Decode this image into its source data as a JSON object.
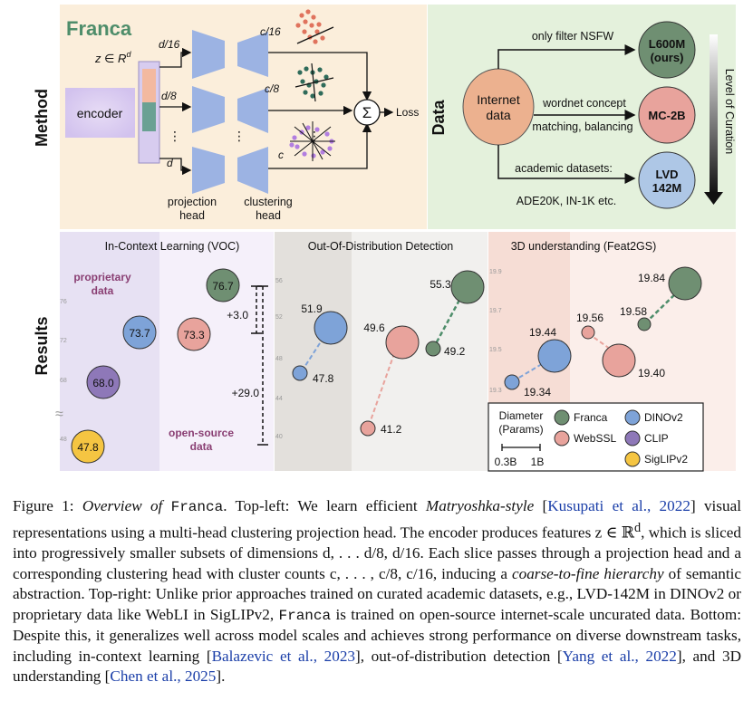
{
  "method": {
    "side_label": "Method",
    "title": "Franca",
    "input_label": "z ∈ R",
    "input_sup": "d",
    "encoder_label": "encoder",
    "branch_dims": [
      "d/16",
      "d/8",
      "d"
    ],
    "cluster_dims": [
      "c/16",
      "c/8",
      "c"
    ],
    "dots": [
      "⋮",
      "⋮",
      "⋮"
    ],
    "sum_symbol": "Σ",
    "loss_label": "Loss",
    "projection_label_1": "projection",
    "projection_label_2": "head",
    "clustering_label_1": "clustering",
    "clustering_label_2": "head"
  },
  "data_panel": {
    "side_label": "Data",
    "source_label_1": "Internet",
    "source_label_2": "data",
    "arrow_labels": [
      "only filter NSFW",
      "wordnet concept",
      "matching, balancing",
      "academic datasets:",
      "ADE20K, IN-1K etc."
    ],
    "targets": [
      {
        "line1": "L600M",
        "line2": "(ours)",
        "color": "#6f8f72"
      },
      {
        "line1": "MC-2B",
        "line2": "",
        "color": "#e8a39c"
      },
      {
        "line1": "LVD",
        "line2": "142M",
        "color": "#aec7e6"
      }
    ],
    "curation_label": "Level of Curation"
  },
  "results": {
    "side_label": "Results",
    "panels": [
      {
        "title": "In-Context Learning (VOC)",
        "ticks": [
          "76",
          "72",
          "68",
          "48"
        ],
        "break_symbol": "≈",
        "notes": [
          "proprietary",
          "data",
          "open-source",
          "data"
        ],
        "gains": [
          "+3.0",
          "+29.0"
        ],
        "values": [
          {
            "label": "76.7",
            "model": "Franca",
            "params": 1.0
          },
          {
            "label": "73.7",
            "model": "DINOv2",
            "params": 1.0
          },
          {
            "label": "73.3",
            "model": "WebSSL",
            "params": 1.0
          },
          {
            "label": "68.0",
            "model": "CLIP",
            "params": 1.0
          },
          {
            "label": "47.8",
            "model": "SigLIPv2",
            "params": 1.0
          }
        ]
      },
      {
        "title": "Out-Of-Distribution Detection",
        "ticks": [
          "56",
          "52",
          "48",
          "44",
          "40"
        ],
        "values": [
          {
            "label": "51.9",
            "model": "DINOv2",
            "params": 1.0
          },
          {
            "label": "47.8",
            "model": "DINOv2",
            "params": 0.3
          },
          {
            "label": "55.3",
            "model": "Franca",
            "params": 1.0
          },
          {
            "label": "49.2",
            "model": "Franca",
            "params": 0.3
          },
          {
            "label": "49.6",
            "model": "WebSSL",
            "params": 1.0
          },
          {
            "label": "41.2",
            "model": "WebSSL",
            "params": 0.3
          }
        ]
      },
      {
        "title": "3D understanding (Feat2GS)",
        "ticks": [
          "19.9",
          "19.7",
          "19.5",
          "19.3"
        ],
        "values": [
          {
            "label": "19.44",
            "model": "DINOv2",
            "params": 1.0
          },
          {
            "label": "19.34",
            "model": "DINOv2",
            "params": 0.3
          },
          {
            "label": "19.84",
            "model": "Franca",
            "params": 1.0
          },
          {
            "label": "19.58",
            "model": "Franca",
            "params": 0.3
          },
          {
            "label": "19.56",
            "model": "WebSSL",
            "params": 0.3
          },
          {
            "label": "19.40",
            "model": "WebSSL",
            "params": 1.0
          }
        ]
      }
    ],
    "legend": {
      "diameter_title_1": "Diameter",
      "diameter_title_2": "(Params)",
      "scale_labels": [
        "0.3B",
        "1B"
      ],
      "entries": [
        {
          "name": "Franca",
          "color": "#6f8f72"
        },
        {
          "name": "DINOv2",
          "color": "#7ea3d8"
        },
        {
          "name": "WebSSL",
          "color": "#e8a39c"
        },
        {
          "name": "CLIP",
          "color": "#8e78b8"
        },
        {
          "name": "SigLIPv2",
          "color": "#f5c542"
        }
      ]
    }
  },
  "colors": {
    "method_bg": "#fbeedb",
    "data_bg": "#e4f1dc",
    "franca_green": "#4e8d6a",
    "franca": "#6f8f72",
    "dinov2": "#7ea3d8",
    "webssl": "#e8a39c",
    "clip": "#8e78b8",
    "siglip": "#f5c542"
  },
  "caption": {
    "p1": "Figure 1: ",
    "p2": "Overview of ",
    "p3": "Franca",
    "p4": ". Top-left: We learn efficient ",
    "p5": "Matryoshka-style",
    "p6": " [",
    "p7": "Kusupati et al., 2022",
    "p8": "] visual representations using a multi-head clustering projection head. The encoder produces features z ∈ ℝ",
    "p8sup": "d",
    "p9": ", which is sliced into progressively smaller subsets of dimensions d, . . . d/8, d/16. Each slice passes through a projection head and a corresponding clustering head with cluster counts c, . . . , c/8, c/16, inducing a ",
    "p10": "coarse-to-fine hierarchy",
    "p11": " of semantic abstraction. Top-right: Unlike prior approaches trained on curated academic datasets, e.g., LVD-142M in DINOv2 or proprietary data like WebLI in SigLIPv2, ",
    "p12": "Franca",
    "p13": " is trained on open-source internet-scale uncurated data. Bottom: Despite this, it generalizes well across model scales and achieves strong performance on diverse downstream tasks, including in-context learning [",
    "p14": "Balazevic et al., 2023",
    "p15": "], out-of-distribution detection [",
    "p16": "Yang et al., 2022",
    "p17": "], and 3D understanding [",
    "p18": "Chen et al., 2025",
    "p19": "]."
  }
}
